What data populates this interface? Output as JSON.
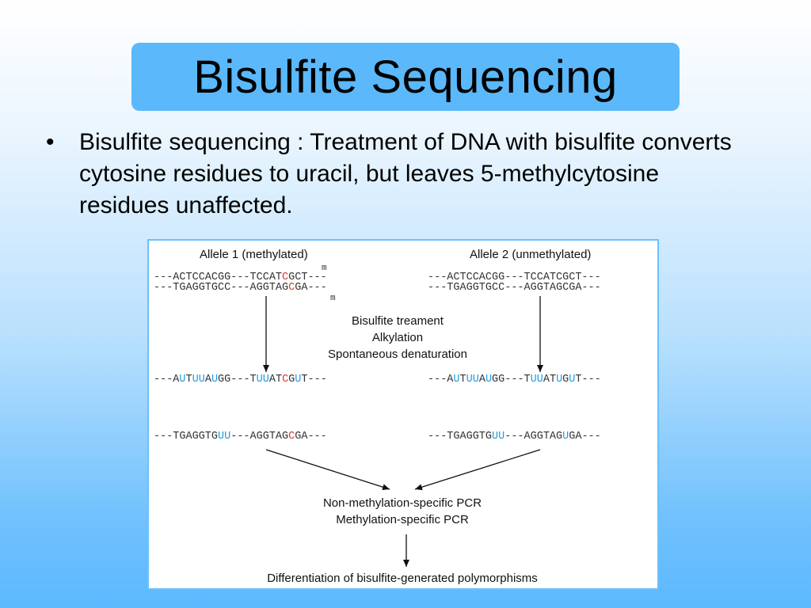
{
  "slide": {
    "title": "Bisulfite Sequencing",
    "bullet_symbol": "•",
    "bullet_text": "Bisulfite sequencing : Treatment of DNA with bisulfite converts cytosine residues to uracil, but leaves 5-methylcytosine residues unaffected."
  },
  "figure": {
    "allele1_heading": "Allele 1 (methylated)",
    "allele2_heading": "Allele 2 (unmethylated)",
    "methyl_mark": "m",
    "allele1_top_strand": [
      {
        "t": "---ACTCCACGG---TCCAT",
        "c": ""
      },
      {
        "t": "C",
        "c": "red"
      },
      {
        "t": "GCT---",
        "c": ""
      }
    ],
    "allele1_bottom_strand": [
      {
        "t": "---TGAGGTGCC---AGGTAG",
        "c": ""
      },
      {
        "t": "C",
        "c": "red"
      },
      {
        "t": "GA---",
        "c": ""
      }
    ],
    "allele2_top_strand": [
      {
        "t": "---ACTCCACGG---TCCATCGCT---",
        "c": ""
      }
    ],
    "allele2_bottom_strand": [
      {
        "t": "---TGAGGTGCC---AGGTAGCGA---",
        "c": ""
      }
    ],
    "treatment_steps": [
      "Bisulfite treament",
      "Alkylation",
      "Spontaneous denaturation"
    ],
    "allele1_converted_top": [
      {
        "t": "---A",
        "c": ""
      },
      {
        "t": "U",
        "c": "blue"
      },
      {
        "t": "T",
        "c": ""
      },
      {
        "t": "UU",
        "c": "blue"
      },
      {
        "t": "A",
        "c": ""
      },
      {
        "t": "U",
        "c": "blue"
      },
      {
        "t": "GG---T",
        "c": ""
      },
      {
        "t": "UU",
        "c": "blue"
      },
      {
        "t": "AT",
        "c": ""
      },
      {
        "t": "C",
        "c": "red"
      },
      {
        "t": "G",
        "c": ""
      },
      {
        "t": "U",
        "c": "blue"
      },
      {
        "t": "T---",
        "c": ""
      }
    ],
    "allele2_converted_top": [
      {
        "t": "---A",
        "c": ""
      },
      {
        "t": "U",
        "c": "blue"
      },
      {
        "t": "T",
        "c": ""
      },
      {
        "t": "UU",
        "c": "blue"
      },
      {
        "t": "A",
        "c": ""
      },
      {
        "t": "U",
        "c": "blue"
      },
      {
        "t": "GG---T",
        "c": ""
      },
      {
        "t": "UU",
        "c": "blue"
      },
      {
        "t": "AT",
        "c": ""
      },
      {
        "t": "U",
        "c": "blue"
      },
      {
        "t": "G",
        "c": ""
      },
      {
        "t": "U",
        "c": "blue"
      },
      {
        "t": "T---",
        "c": ""
      }
    ],
    "allele1_converted_bottom": [
      {
        "t": "---TGAGGTG",
        "c": ""
      },
      {
        "t": "UU",
        "c": "blue"
      },
      {
        "t": "---AGGTAG",
        "c": ""
      },
      {
        "t": "C",
        "c": "red"
      },
      {
        "t": "GA---",
        "c": ""
      }
    ],
    "allele2_converted_bottom": [
      {
        "t": "---TGAGGTG",
        "c": ""
      },
      {
        "t": "UU",
        "c": "blue"
      },
      {
        "t": "---AGGTAG",
        "c": ""
      },
      {
        "t": "U",
        "c": "blue"
      },
      {
        "t": "GA---",
        "c": ""
      }
    ],
    "pcr_methods": [
      "Non-methylation-specific PCR",
      "Methylation-specific PCR"
    ],
    "final_step": "Differentiation of bisulfite-generated polymorphisms"
  },
  "colors": {
    "title_box": "#5ab8fb",
    "methylated_c": "#e0362c",
    "uracil": "#1f9be0",
    "panel_border": "#6cc0fb"
  }
}
